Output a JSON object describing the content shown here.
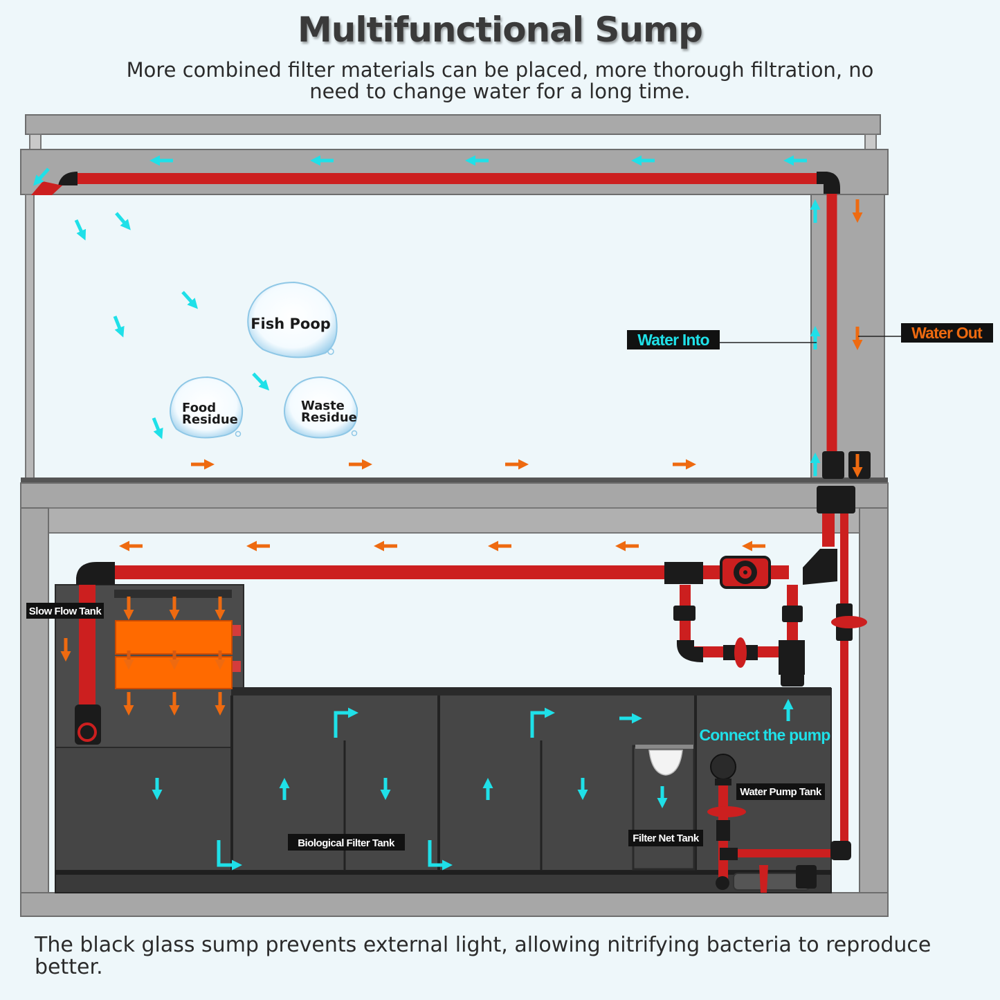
{
  "header": {
    "title": "Multifunctional Sump",
    "subtitle": "More combined filter materials can be placed, more thorough filtration, no need to change water for a long time."
  },
  "footer": {
    "text": "The black glass sump prevents external light, allowing nitrifying bacteria to reproduce better."
  },
  "bubbles": {
    "fish_poop": "Fish Poop",
    "food_residue_1": "Food",
    "food_residue_2": "Residue",
    "waste_residue_1": "Waste",
    "waste_residue_2": "Residue"
  },
  "labels": {
    "water_into": "Water Into",
    "water_out": "Water Out",
    "slow_flow_tank": "Slow Flow Tank",
    "biological_filter_tank": "Biological Filter Tank",
    "filter_net_tank": "Filter Net Tank",
    "water_pump_tank": "Water Pump Tank",
    "connect_the_pump": "Connect the pump"
  },
  "colors": {
    "pipe_red": "#cc1f1f",
    "arrow_cyan": "#1fe0e8",
    "arrow_orange": "#ee6a10",
    "frame_gray": "#a7a7a7",
    "sump_dark": "#4a4a4a",
    "filter_orange": "#ff6a00"
  },
  "icons": [
    "flow-arrow-icon",
    "valve-icon",
    "pump-icon",
    "elbow-fitting-icon"
  ]
}
